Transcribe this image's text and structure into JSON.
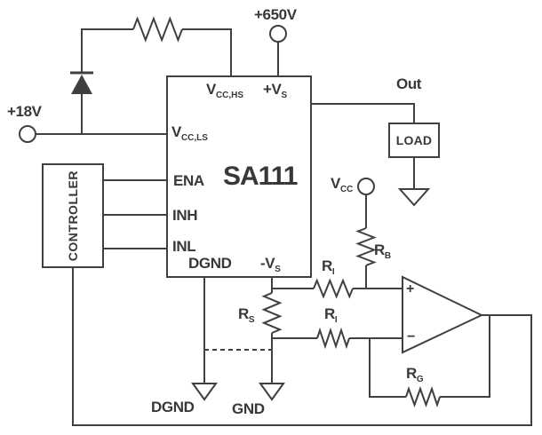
{
  "colors": {
    "line": "#3f3f3f",
    "text": "#383838",
    "background": "#ffffff"
  },
  "power": {
    "hv_supply_label": "+650V",
    "ls_supply_label": "+18V",
    "vcc": {
      "main": "V",
      "sub": "CC"
    }
  },
  "chip": {
    "name": "SA111",
    "pin_vcchs": {
      "main": "V",
      "sub": "CC,HS"
    },
    "pin_vs_plus": {
      "main": "+V",
      "sub": "S"
    },
    "pin_vccls": {
      "main": "V",
      "sub": "CC,LS"
    },
    "pin_ena": "ENA",
    "pin_inh": "INH",
    "pin_inl": "INL",
    "pin_dgnd": "DGND",
    "pin_vs_minus": {
      "main": "-V",
      "sub": "S"
    }
  },
  "controller": {
    "label": "CONTROLLER"
  },
  "load": {
    "label": "LOAD"
  },
  "output": {
    "label": "Out"
  },
  "resistors": {
    "rb": {
      "main": "R",
      "sub": "B"
    },
    "ri_upper": {
      "main": "R",
      "sub": "I"
    },
    "ri_lower": {
      "main": "R",
      "sub": "I"
    },
    "rs": {
      "main": "R",
      "sub": "S"
    },
    "rg": {
      "main": "R",
      "sub": "G"
    }
  },
  "opamp": {
    "plus_label": "+",
    "minus_label": "−"
  },
  "grounds": {
    "dgnd_label": "DGND",
    "gnd_label": "GND"
  }
}
